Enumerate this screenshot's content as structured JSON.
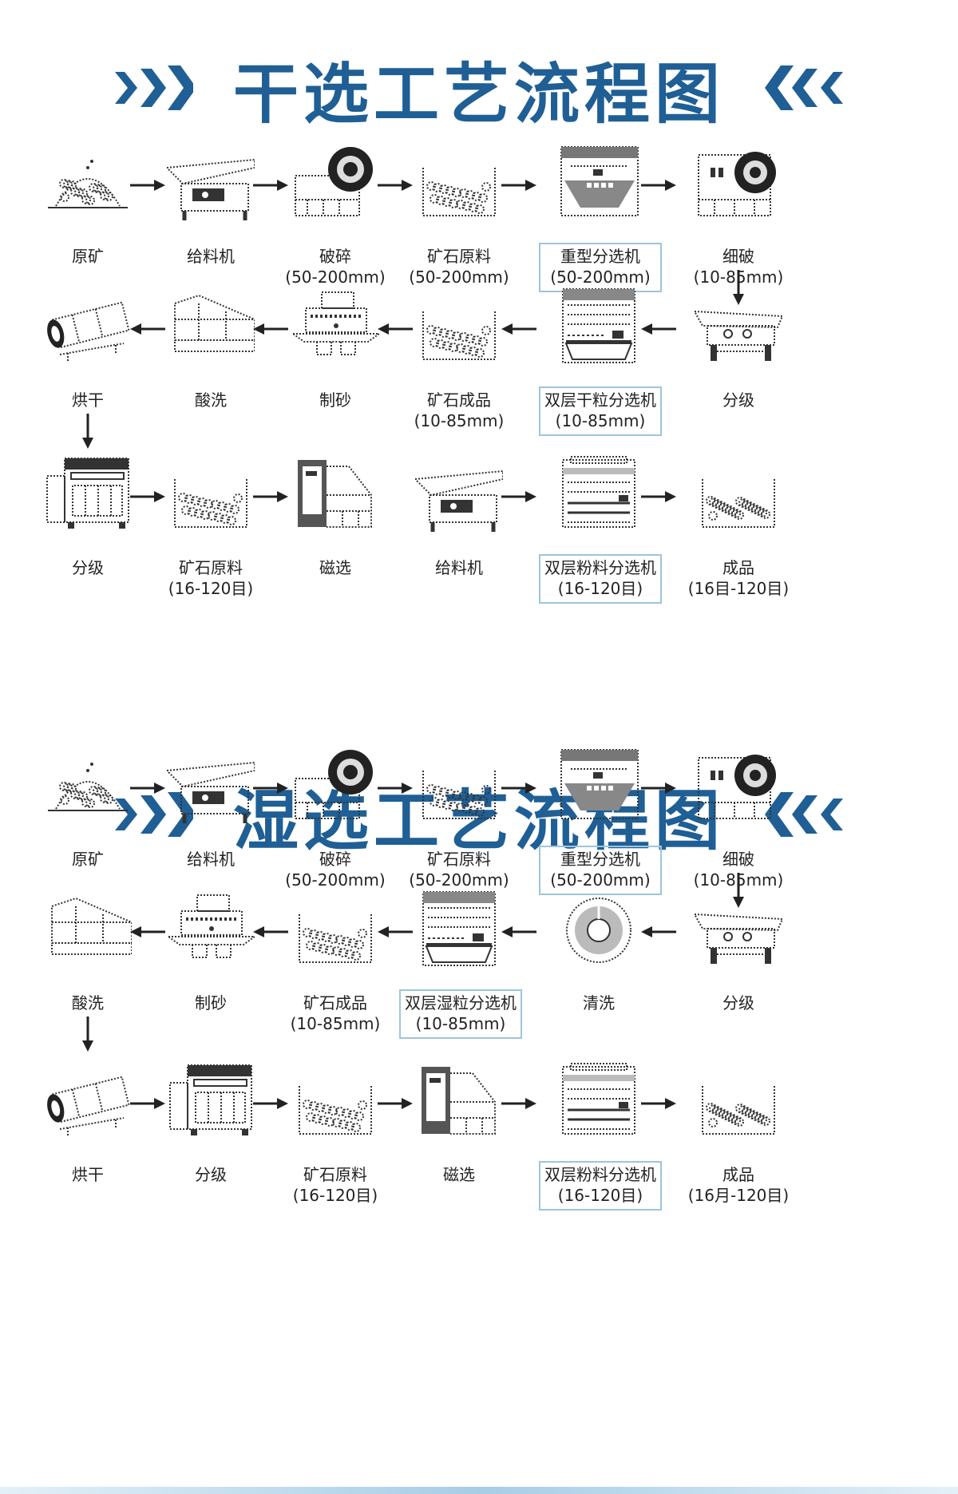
{
  "colors": {
    "accent": "#1f5f95",
    "box_border": "#9cc5dc"
  },
  "sections": [
    {
      "title": "干选工艺流程图",
      "steps": [
        {
          "name": "原矿",
          "spec": "",
          "boxed": false,
          "icon": "ore-pile-icon"
        },
        {
          "name": "给料机",
          "spec": "",
          "boxed": false,
          "icon": "feeder-icon"
        },
        {
          "name": "破碎",
          "spec": "(50-200mm)",
          "boxed": false,
          "icon": "crusher-icon"
        },
        {
          "name": "矿石原料",
          "spec": "(50-200mm)",
          "boxed": false,
          "icon": "ore-bin-icon"
        },
        {
          "name": "重型分选机",
          "spec": "(50-200mm)",
          "boxed": true,
          "icon": "sorter-icon"
        },
        {
          "name": "细破",
          "spec": "(10-85mm)",
          "boxed": false,
          "icon": "fine-crusher-icon"
        },
        {
          "name": "分级",
          "spec": "",
          "boxed": false,
          "icon": "screen-icon"
        },
        {
          "name": "双层干粒分选机",
          "spec": "(10-85mm)",
          "boxed": true,
          "icon": "double-sorter-icon"
        },
        {
          "name": "矿石成品",
          "spec": "(10-85mm)",
          "boxed": false,
          "icon": "ore-bin-icon"
        },
        {
          "name": "制砂",
          "spec": "",
          "boxed": false,
          "icon": "sand-maker-icon"
        },
        {
          "name": "酸洗",
          "spec": "",
          "boxed": false,
          "icon": "wash-tank-icon"
        },
        {
          "name": "烘干",
          "spec": "",
          "boxed": false,
          "icon": "dryer-icon"
        },
        {
          "name": "分级",
          "spec": "",
          "boxed": false,
          "icon": "classifier-icon"
        },
        {
          "name": "矿石原料",
          "spec": "(16-120目)",
          "boxed": false,
          "icon": "ore-bin-icon"
        },
        {
          "name": "磁选",
          "spec": "",
          "boxed": false,
          "icon": "magnetic-separator-icon"
        },
        {
          "name": "给料机",
          "spec": "",
          "boxed": false,
          "icon": "feeder-icon"
        },
        {
          "name": "双层粉料分选机",
          "spec": "(16-120目)",
          "boxed": true,
          "icon": "powder-sorter-icon"
        },
        {
          "name": "成品",
          "spec": "(16目-120目)",
          "boxed": false,
          "icon": "product-bin-icon"
        }
      ]
    },
    {
      "title": "湿选工艺流程图",
      "steps": [
        {
          "name": "原矿",
          "spec": "",
          "boxed": false,
          "icon": "ore-pile-icon"
        },
        {
          "name": "给料机",
          "spec": "",
          "boxed": false,
          "icon": "feeder-icon"
        },
        {
          "name": "破碎",
          "spec": "(50-200mm)",
          "boxed": false,
          "icon": "crusher-icon"
        },
        {
          "name": "矿石原料",
          "spec": "(50-200mm)",
          "boxed": false,
          "icon": "ore-bin-icon"
        },
        {
          "name": "重型分选机",
          "spec": "(50-200mm)",
          "boxed": true,
          "icon": "sorter-icon"
        },
        {
          "name": "细破",
          "spec": "(10-85mm)",
          "boxed": false,
          "icon": "fine-crusher-icon"
        },
        {
          "name": "分级",
          "spec": "",
          "boxed": false,
          "icon": "screen-icon"
        },
        {
          "name": "清洗",
          "spec": "",
          "boxed": false,
          "icon": "washer-drum-icon"
        },
        {
          "name": "双层湿粒分选机",
          "spec": "(10-85mm)",
          "boxed": true,
          "icon": "double-sorter-icon"
        },
        {
          "name": "矿石成品",
          "spec": "(10-85mm)",
          "boxed": false,
          "icon": "ore-bin-icon"
        },
        {
          "name": "制砂",
          "spec": "",
          "boxed": false,
          "icon": "sand-maker-icon"
        },
        {
          "name": "酸洗",
          "spec": "",
          "boxed": false,
          "icon": "wash-tank-icon"
        },
        {
          "name": "烘干",
          "spec": "",
          "boxed": false,
          "icon": "dryer-icon"
        },
        {
          "name": "分级",
          "spec": "",
          "boxed": false,
          "icon": "classifier-icon"
        },
        {
          "name": "矿石原料",
          "spec": "(16-120目)",
          "boxed": false,
          "icon": "ore-bin-icon"
        },
        {
          "name": "磁选",
          "spec": "",
          "boxed": false,
          "icon": "magnetic-separator-icon"
        },
        {
          "name": "双层粉料分选机",
          "spec": "(16-120目)",
          "boxed": true,
          "icon": "powder-sorter-icon"
        },
        {
          "name": "成品",
          "spec": "(16月-120目)",
          "boxed": false,
          "icon": "product-bin-icon"
        }
      ]
    }
  ]
}
